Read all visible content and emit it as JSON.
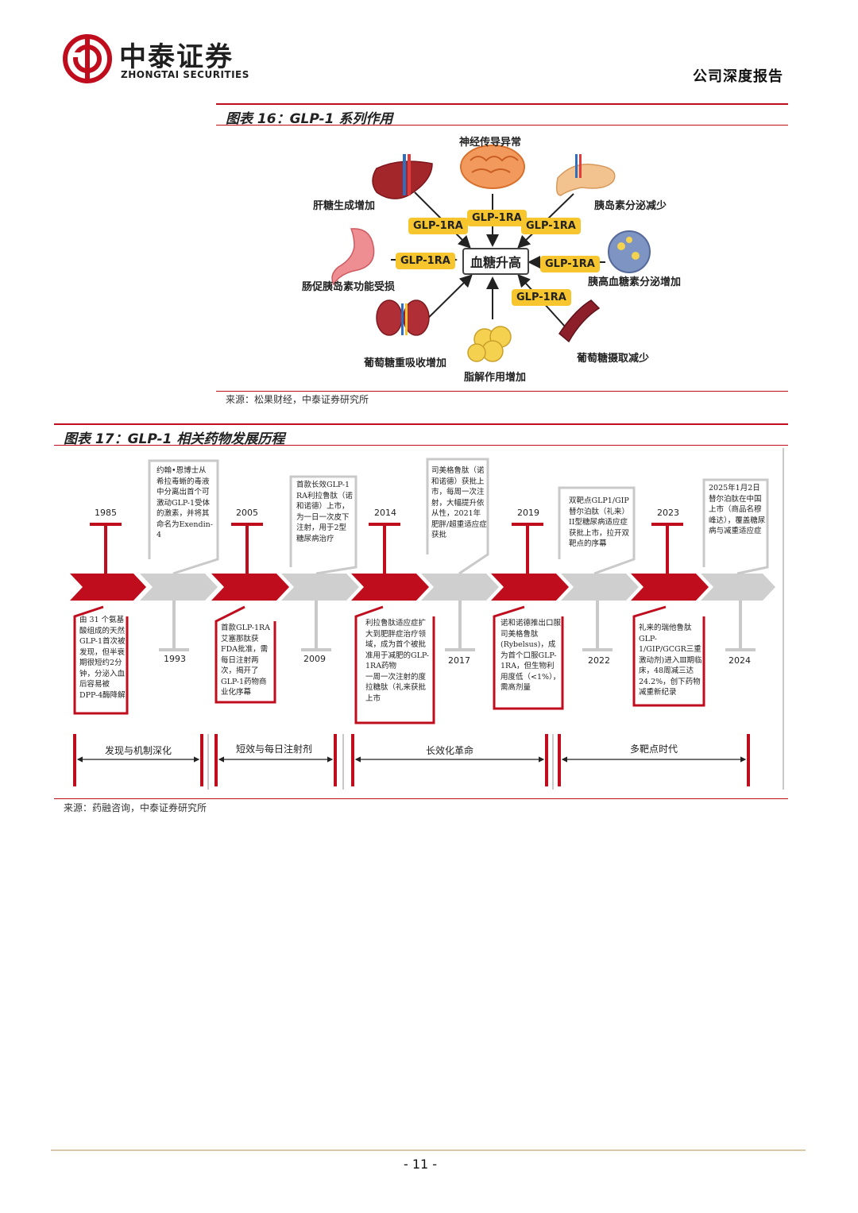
{
  "header": {
    "logo_cn": "中泰证券",
    "logo_en": "ZHONGTAI SECURITIES",
    "report_type": "公司深度报告"
  },
  "figure16": {
    "title": "图表 16：GLP-1 系列作用",
    "center": "血糖升高",
    "glp_label": "GLP-1RA",
    "effects": {
      "top": "神经传导异常",
      "top_left": "肝糖生成增加",
      "top_right": "胰岛素分泌减少",
      "left": "肠促胰岛素功能受损",
      "right": "胰高血糖素分泌增加",
      "bottom_left": "葡萄糖重吸收增加",
      "bottom": "脂解作用增加",
      "bottom_right": "葡萄糖摄取减少"
    },
    "source": "来源：松果财经，中泰证券研究所"
  },
  "figure17": {
    "title": "图表 17：GLP-1 相关药物发展历程",
    "years_top": [
      "1985",
      "2005",
      "2014",
      "2019",
      "2023"
    ],
    "years_bottom": [
      "1993",
      "2009",
      "2017",
      "2022",
      "2024"
    ],
    "notes_bottom": [
      "由 31 个氨基酸组成的天然GLP-1首次被发现，但半衰期很短约2分钟，分泌入血后容易被DPP-4酶降解",
      "首款GLP-1RA艾塞那肽获FDA批准，需每日注射两次，揭开了GLP-1药物商业化序幕",
      "利拉鲁肽适应症扩大到肥胖症治疗领域，成为首个被批准用于减肥的GLP-1RA药物\n一周一次注射的度拉糖肽（礼来获批上市",
      "诺和诺德推出口服司美格鲁肽(Rybelsus)，成为首个口服GLP-1RA，但生物利用度低（<1%），需高剂量",
      "礼来的瑞他鲁肽GLP-1/GIP/GCGR三重激动剂)进入Ⅲ期临床，48周减三达24.2%，创下药物减重新纪录"
    ],
    "notes_top": [
      "约翰•恩博士从希拉毒蜥的毒液中分离出首个可激动GLP-1受体的激素，并将其命名为Exendin-4",
      "首款长效GLP-1 RA利拉鲁肽（诺和诺德）上市，为一日一次皮下注射，用于2型糖尿病治疗",
      "司美格鲁肽（诺和诺德）获批上市，每周一次注射，大幅提升依从性，2021年肥胖/超重适应症获批",
      "双靶点GLP1/GIP替尔泊肽（礼来）II型糖尿病适应症获批上市，拉开双靶点的序幕",
      "2025年1月2日替尔泊肽在中国上市（商品名穆峰达），覆盖糖尿病与减重适应症"
    ],
    "eras": [
      "发现与机制深化",
      "短效与每日注射剂",
      "长效化革命",
      "多靶点时代"
    ],
    "source": "来源：药融咨询，中泰证券研究所"
  },
  "footer": {
    "page": "- 11 -"
  },
  "colors": {
    "brand_red": "#c00d1e",
    "gray_arrow": "#c9c9c9",
    "glp_yellow": "#f7c62f"
  }
}
